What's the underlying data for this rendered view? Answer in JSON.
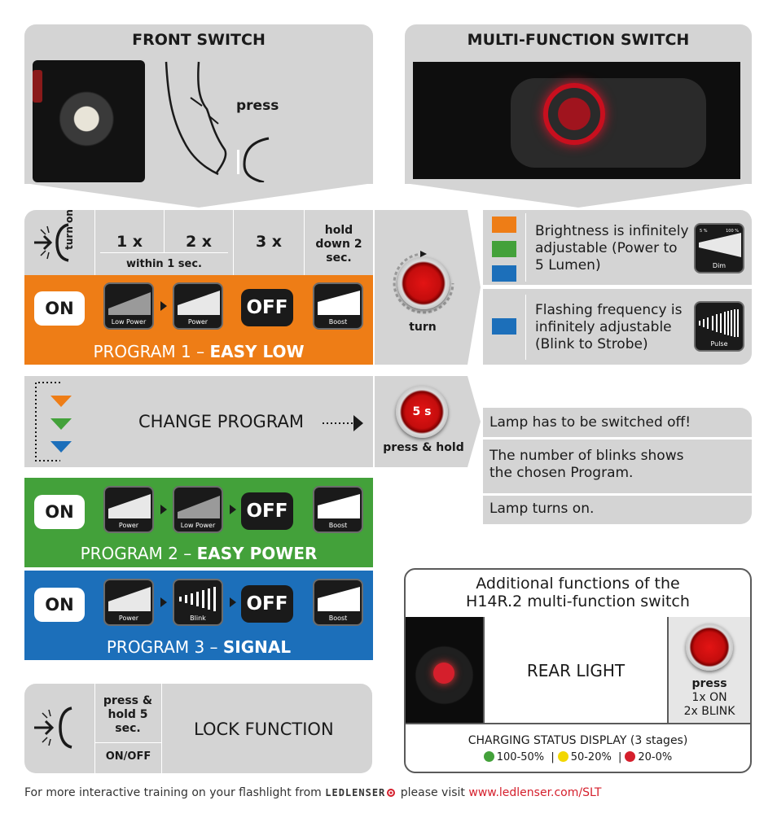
{
  "front_switch": {
    "title": "FRONT SWITCH",
    "press_label": "press"
  },
  "multi_switch": {
    "title": "MULTI-FUNCTION SWITCH"
  },
  "table_header": {
    "turn_on": "turn on",
    "col1": "1 x",
    "col2": "2 x",
    "within": "within 1 sec.",
    "col3": "3 x",
    "col4": "hold down 2 sec."
  },
  "program1": {
    "on": "ON",
    "icon1": "Low Power",
    "icon2": "Power",
    "off": "OFF",
    "icon4": "Boost",
    "label_prefix": "PROGRAM 1 – ",
    "label_bold": "EASY LOW",
    "color": "#ee7d16"
  },
  "turn_label": "turn",
  "brightness": {
    "text": "Brightness is infinitely adjustable (Power to 5 Lumen)",
    "icon_label": "Dim",
    "icon_min": "5 %",
    "icon_max": "100 %"
  },
  "flashing": {
    "text": "Flashing frequency is infinitely adjustable (Blink to Strobe)",
    "icon_label": "Pulse"
  },
  "change_program": {
    "label": "CHANGE PROGRAM",
    "button": "5 s",
    "action": "press & hold"
  },
  "info": {
    "line1": "Lamp has to be switched off!",
    "line2": "The number of blinks shows the chosen Program.",
    "line3": "Lamp turns on."
  },
  "program2": {
    "on": "ON",
    "icon1": "Power",
    "icon2": "Low Power",
    "off": "OFF",
    "icon4": "Boost",
    "label_prefix": "PROGRAM 2 – ",
    "label_bold": "EASY POWER",
    "color": "#43a13a"
  },
  "program3": {
    "on": "ON",
    "icon1": "Power",
    "icon2": "Blink",
    "off": "OFF",
    "icon4": "Boost",
    "label_prefix": "PROGRAM 3 – ",
    "label_bold": "SIGNAL",
    "color": "#1c6fba"
  },
  "additional": {
    "title_line1": "Additional functions of the",
    "title_line2": "H14R.2 multi-function switch",
    "rear_light": "REAR LIGHT",
    "press": "press",
    "press_on": "1x ON",
    "press_blink": "2x BLINK",
    "charging_title": "CHARGING STATUS DISPLAY (3 stages)",
    "stage1": "100-50%",
    "stage2": "50-20%",
    "stage3": "20-0%"
  },
  "lock": {
    "cond1": "press & hold 5 sec.",
    "cond2": "ON/OFF",
    "label": "LOCK FUNCTION"
  },
  "footer": {
    "prefix": "For more interactive training on your flashlight from",
    "brand": "LEDLENSER",
    "mid": "please visit",
    "url": "www.ledlenser.com/SLT"
  }
}
